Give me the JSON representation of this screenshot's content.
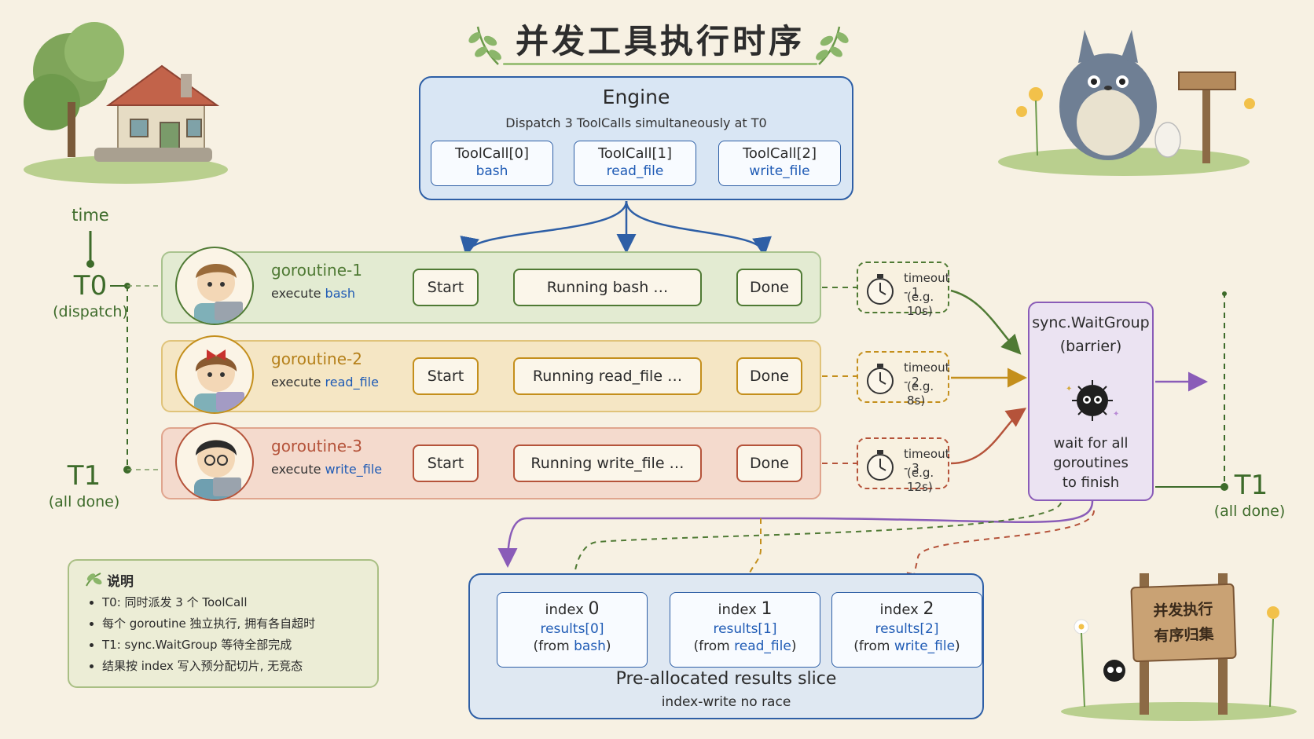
{
  "title": "并发工具执行时序",
  "engine": {
    "title": "Engine",
    "subtitle": "Dispatch 3 ToolCalls simultaneously at T0",
    "toolcalls": [
      {
        "name": "ToolCall[0]",
        "tool": "bash"
      },
      {
        "name": "ToolCall[1]",
        "tool": "read_file"
      },
      {
        "name": "ToolCall[2]",
        "tool": "write_file"
      }
    ]
  },
  "timeline": {
    "time_label": "time",
    "t0": "T0",
    "t0_sub": "(dispatch)",
    "t1": "T1",
    "t1_sub": "(all done)"
  },
  "goroutines": [
    {
      "name": "goroutine-1",
      "exec_prefix": "execute",
      "tool": "bash",
      "start": "Start",
      "running": "Running bash …",
      "done": "Done",
      "timeout": "timeout - 1",
      "timeout_eg": "(e.g. 10s)",
      "color": "#4f7a34"
    },
    {
      "name": "goroutine-2",
      "exec_prefix": "execute",
      "tool": "read_file",
      "start": "Start",
      "running": "Running read_file …",
      "done": "Done",
      "timeout": "timeout - 2",
      "timeout_eg": "(e.g. 8s)",
      "color": "#c48f1c"
    },
    {
      "name": "goroutine-3",
      "exec_prefix": "execute",
      "tool": "write_file",
      "start": "Start",
      "running": "Running write_file …",
      "done": "Done",
      "timeout": "timeout - 3",
      "timeout_eg": "(e.g. 12s)",
      "color": "#b5533a"
    }
  ],
  "waitgroup": {
    "title": "sync.WaitGroup",
    "subtitle": "(barrier)",
    "wait_lines": [
      "wait for all",
      "goroutines",
      "to finish"
    ],
    "color": "#8a5cb8"
  },
  "results": {
    "cells": [
      {
        "index_label": "index",
        "index": "0",
        "value": "results[0]",
        "from_prefix": "(from",
        "tool": "bash",
        "from_suffix": ")"
      },
      {
        "index_label": "index",
        "index": "1",
        "value": "results[1]",
        "from_prefix": "(from",
        "tool": "read_file",
        "from_suffix": ")"
      },
      {
        "index_label": "index",
        "index": "2",
        "value": "results[2]",
        "from_prefix": "(from",
        "tool": "write_file",
        "from_suffix": ")"
      }
    ],
    "title": "Pre-allocated results slice",
    "subtitle": "index-write no race"
  },
  "legend": {
    "title": "说明",
    "items": [
      "T0: 同时派发 3 个 ToolCall",
      "每个 goroutine 独立执行, 拥有各自超时",
      "T1: sync.WaitGroup 等待全部完成",
      "结果按 index 写入预分配切片, 无竞态"
    ]
  },
  "sign": {
    "line1": "并发执行",
    "line2": "有序归集"
  },
  "colors": {
    "engine_blue": "#2e5fa6",
    "tool_blue": "#1f5bb5",
    "green": "#4f7a34",
    "yellow": "#c48f1c",
    "red": "#b5533a",
    "purple": "#8a5cb8",
    "background": "#f7f1e3"
  }
}
